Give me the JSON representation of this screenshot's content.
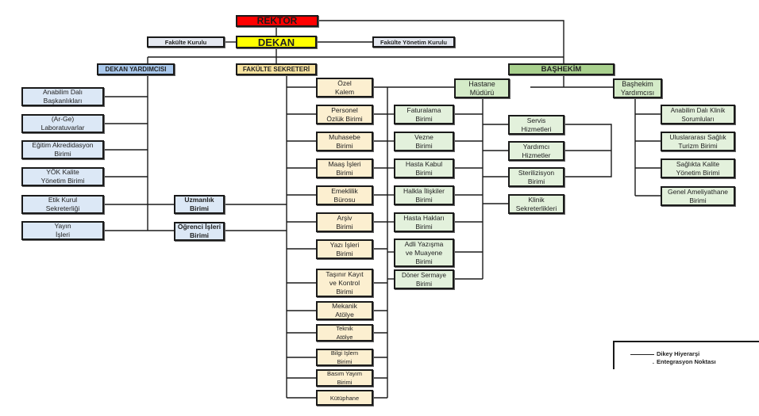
{
  "top": {
    "rektor": "REKTÖR",
    "dekan": "DEKAN",
    "fakulte_kurulu": "Fakülte Kurulu",
    "fakulte_yonetim_kurulu": "Fakülte Yönetim Kurulu"
  },
  "dekan_yardimcisi": {
    "title": "DEKAN YARDIMCISI",
    "units": [
      "Anabilim Dalı\nBaşkanlıkları",
      "(Ar-Ge)\nLaboratuvarlar",
      "Eğitim Akredidasyon\nBirimi",
      "YÖK Kalite\nYönetim Birimi",
      "Etik Kurul\nSekreterliği",
      "Yayın\nİşleri"
    ],
    "integration_units": [
      "Uzmanlık\nBirimi",
      "Öğrenci İşleri\nBirimi"
    ]
  },
  "fakulte_sekreteri": {
    "title": "FAKÜLTE SEKRETERİ",
    "units": [
      "Özel\nKalem",
      "Personel\nÖzlük Birimi",
      "Muhasebe\nBirimi",
      "Maaş İşleri\nBirimi",
      "Emeklilik\nBürosu",
      "Arşiv\nBirimi",
      "Yazı İşleri\nBirimi",
      "Taşınır Kayıt\nve  Kontrol\nBirimi",
      "Mekanik\nAtölye",
      "Teknik\nAtölye",
      "Bilgi İşlem\nBirimi",
      "Basım Yayım\nBirimi",
      "Kütüphane"
    ]
  },
  "bashekim": {
    "title": "BAŞHEKİM",
    "hastane_muduru": "Hastane\nMüdürü",
    "bashekim_yardimcisi": "Başhekim\nYardımcısı",
    "hastane_units_left": [
      "Faturalama\nBirimi",
      "Vezne\nBirimi",
      "Hasta Kabul\nBirimi",
      "Halkla İlişkiler\nBirimi",
      "Hasta Hakları\nBirimi",
      "Adli Yazışma\nve Muayene\nBirimi",
      "Döner Sermaye\nBirimi"
    ],
    "hastane_units_right": [
      "Servis\nHizmetleri",
      "Yardımcı\nHizmetler",
      "Sterilizisyon\nBirimi",
      "Klinik\nSekreterlikleri"
    ],
    "yardimci_units": [
      "Anabilim Dalı Klinik\nSorumluları",
      "Uluslararası Sağlık\nTurizm Birimi",
      "Sağlıkta Kalite\nYönetim Birimi",
      "Genel Ameliyathane\nBirimi"
    ]
  },
  "legend": {
    "vertical": "Dikey Hiyerarşi",
    "integration": "Entegrasyon Noktası",
    "integration_marker": "."
  },
  "colors": {
    "rektor": "#ff0000",
    "dekan": "#ffff00",
    "council": "#e4e8f0",
    "dekan_yardimcisi": "#a9c8ec",
    "academic_unit": "#dce8f6",
    "fakulte_sekreteri": "#f8e3a0",
    "admin_unit": "#fcefd0",
    "bashekim": "#a9d18e",
    "hospital_unit": "#e3f1dc"
  }
}
